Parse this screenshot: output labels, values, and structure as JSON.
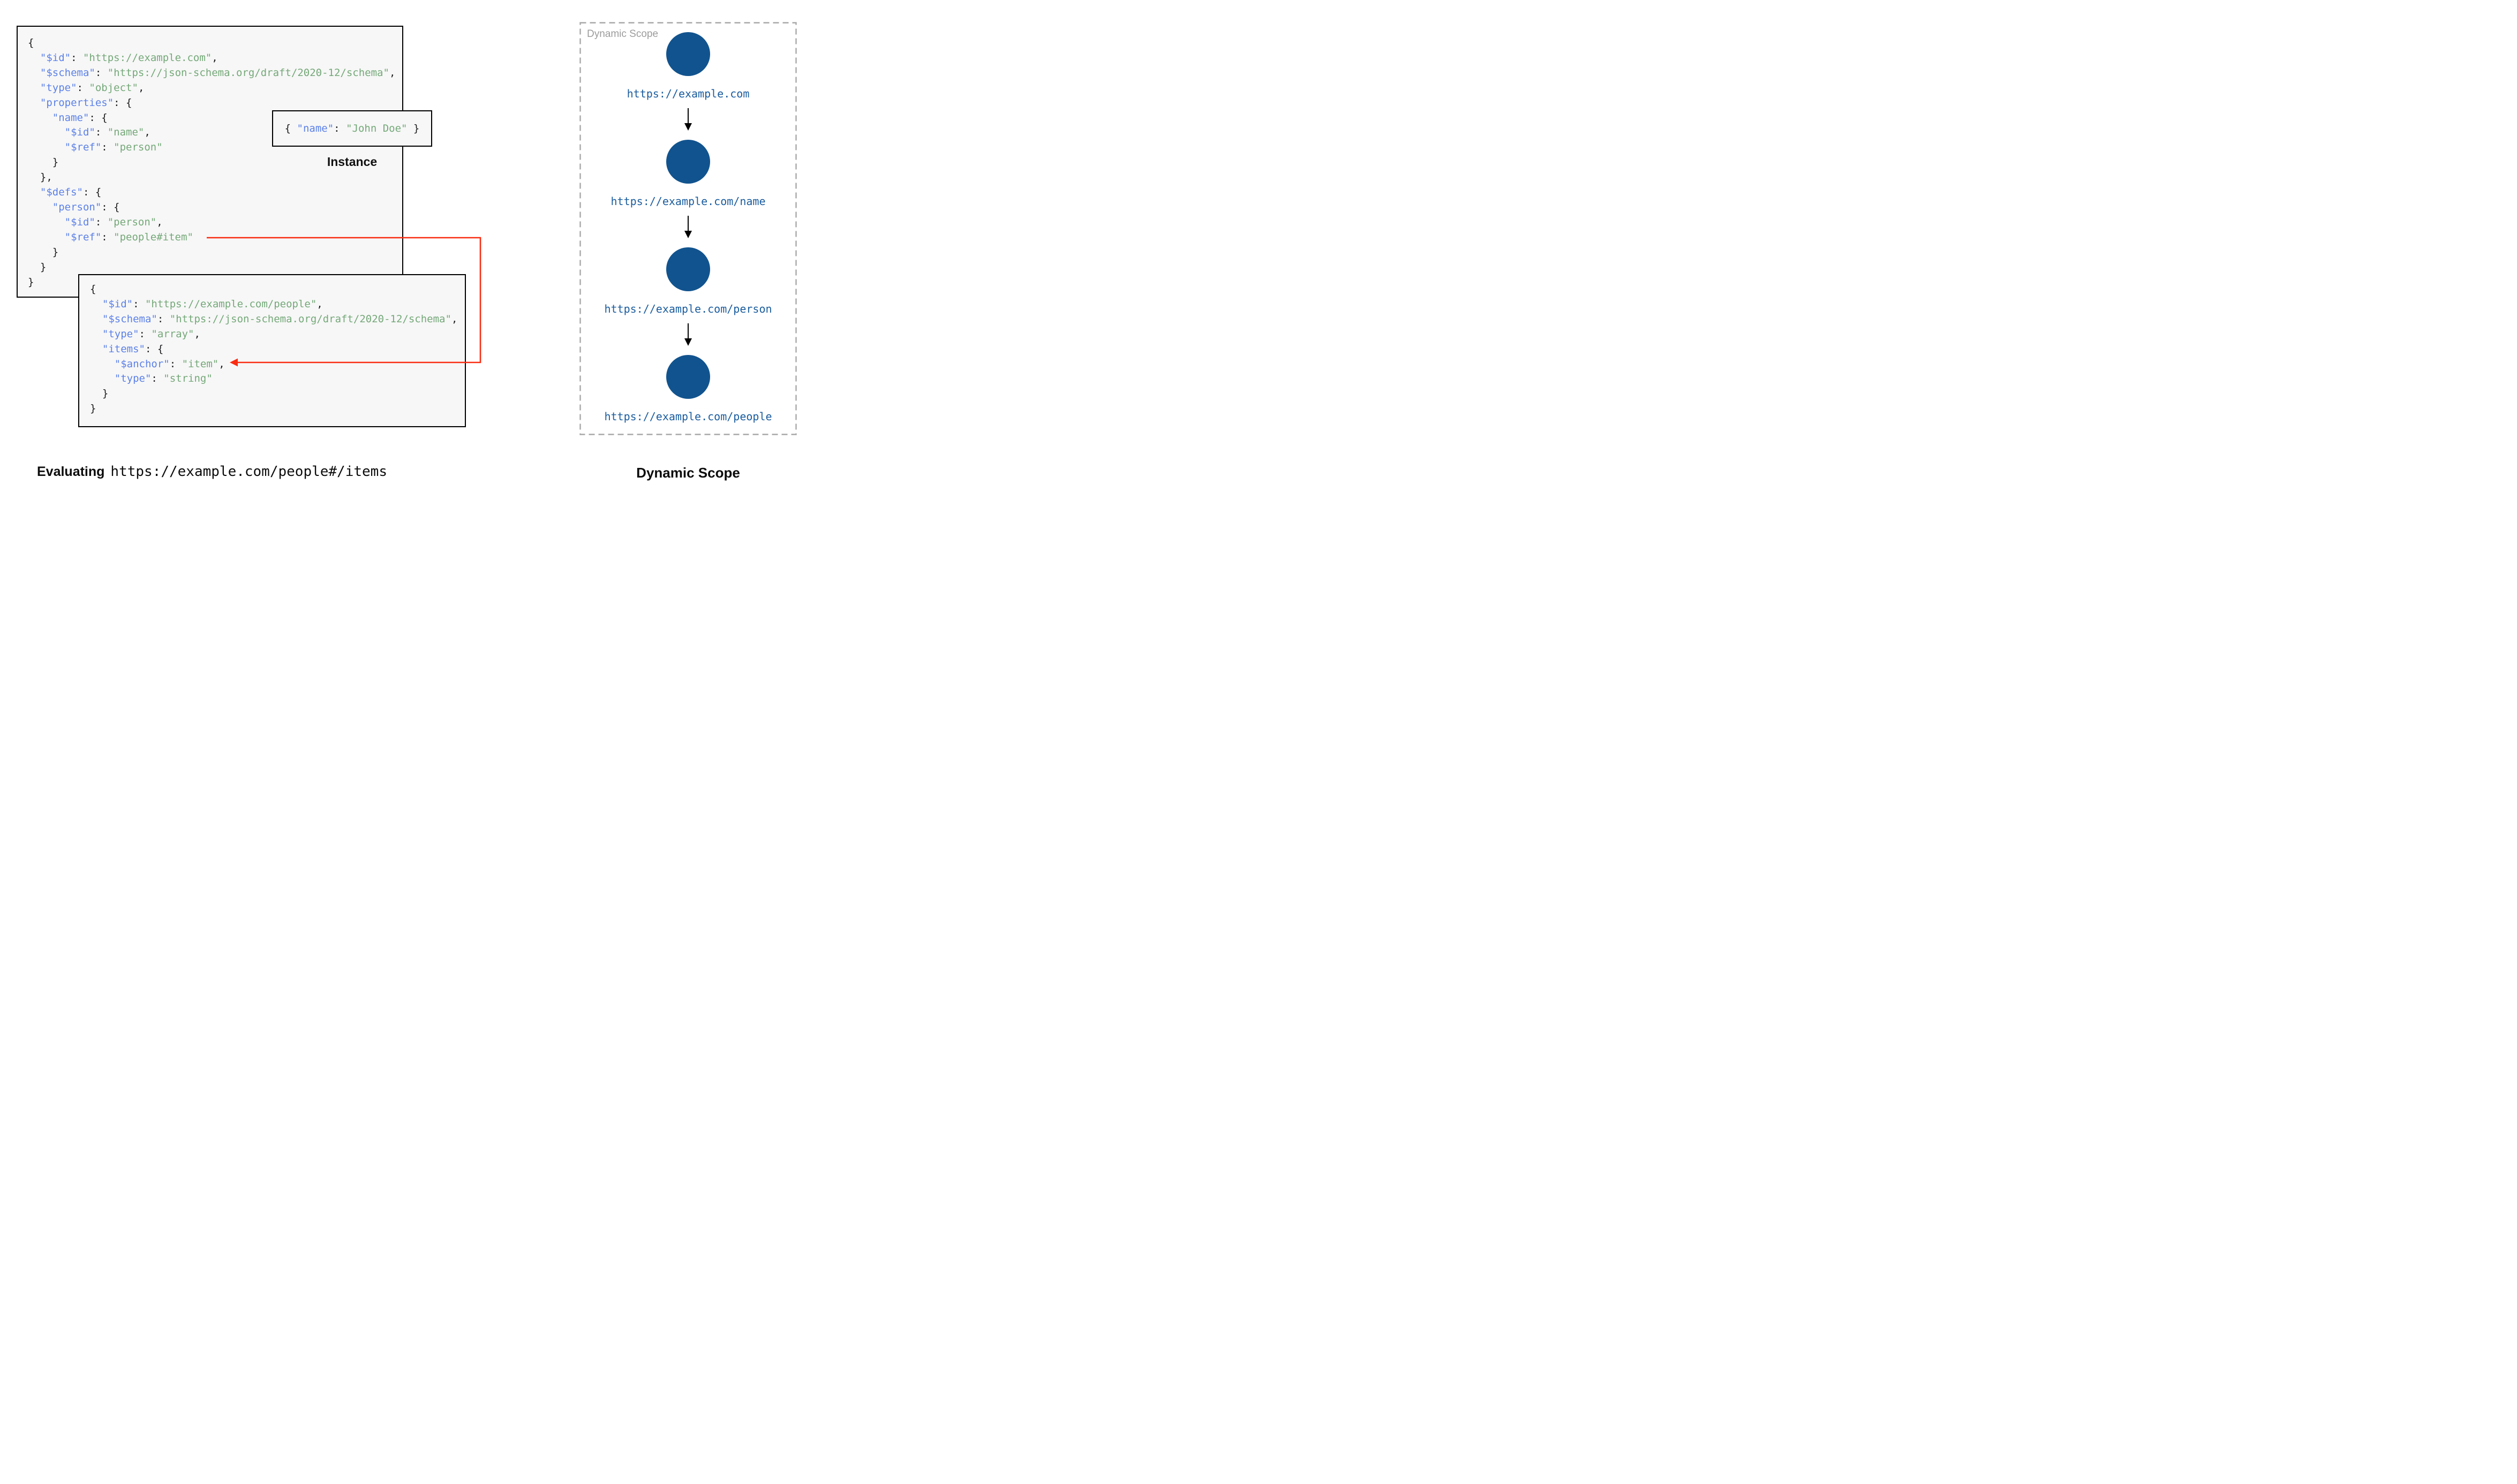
{
  "colors": {
    "key": "#5b80e8",
    "string": "#74a878",
    "punct": "#1b1b1d",
    "node": "#11538e",
    "node_label": "#1a5c9e",
    "red": "#f92c12",
    "box_bg": "#f7f7f7",
    "box_border": "#000000",
    "panel_border": "#a8a8a8",
    "panel_title": "#9c9c9c"
  },
  "schema_root": {
    "lines": [
      [
        {
          "c": "pun",
          "t": "{"
        }
      ],
      [
        {
          "c": "pun",
          "t": "  "
        },
        {
          "c": "key",
          "t": "\"$id\""
        },
        {
          "c": "pun",
          "t": ": "
        },
        {
          "c": "str",
          "t": "\"https://example.com\""
        },
        {
          "c": "pun",
          "t": ","
        }
      ],
      [
        {
          "c": "pun",
          "t": "  "
        },
        {
          "c": "key",
          "t": "\"$schema\""
        },
        {
          "c": "pun",
          "t": ": "
        },
        {
          "c": "str",
          "t": "\"https://json-schema.org/draft/2020-12/schema\""
        },
        {
          "c": "pun",
          "t": ","
        }
      ],
      [
        {
          "c": "pun",
          "t": "  "
        },
        {
          "c": "key",
          "t": "\"type\""
        },
        {
          "c": "pun",
          "t": ": "
        },
        {
          "c": "str",
          "t": "\"object\""
        },
        {
          "c": "pun",
          "t": ","
        }
      ],
      [
        {
          "c": "pun",
          "t": "  "
        },
        {
          "c": "key",
          "t": "\"properties\""
        },
        {
          "c": "pun",
          "t": ": {"
        }
      ],
      [
        {
          "c": "pun",
          "t": "    "
        },
        {
          "c": "key",
          "t": "\"name\""
        },
        {
          "c": "pun",
          "t": ": {"
        }
      ],
      [
        {
          "c": "pun",
          "t": "      "
        },
        {
          "c": "key",
          "t": "\"$id\""
        },
        {
          "c": "pun",
          "t": ": "
        },
        {
          "c": "str",
          "t": "\"name\""
        },
        {
          "c": "pun",
          "t": ","
        }
      ],
      [
        {
          "c": "pun",
          "t": "      "
        },
        {
          "c": "key",
          "t": "\"$ref\""
        },
        {
          "c": "pun",
          "t": ": "
        },
        {
          "c": "str",
          "t": "\"person\""
        }
      ],
      [
        {
          "c": "pun",
          "t": "    }"
        }
      ],
      [
        {
          "c": "pun",
          "t": "  },"
        }
      ],
      [
        {
          "c": "pun",
          "t": "  "
        },
        {
          "c": "key",
          "t": "\"$defs\""
        },
        {
          "c": "pun",
          "t": ": {"
        }
      ],
      [
        {
          "c": "pun",
          "t": "    "
        },
        {
          "c": "key",
          "t": "\"person\""
        },
        {
          "c": "pun",
          "t": ": {"
        }
      ],
      [
        {
          "c": "pun",
          "t": "      "
        },
        {
          "c": "key",
          "t": "\"$id\""
        },
        {
          "c": "pun",
          "t": ": "
        },
        {
          "c": "str",
          "t": "\"person\""
        },
        {
          "c": "pun",
          "t": ","
        }
      ],
      [
        {
          "c": "pun",
          "t": "      "
        },
        {
          "c": "key",
          "t": "\"$ref\""
        },
        {
          "c": "pun",
          "t": ": "
        },
        {
          "c": "str",
          "t": "\"people#item\""
        }
      ],
      [
        {
          "c": "pun",
          "t": "    }"
        }
      ],
      [
        {
          "c": "pun",
          "t": "  }"
        }
      ],
      [
        {
          "c": "pun",
          "t": "}"
        }
      ]
    ]
  },
  "schema_people": {
    "lines": [
      [
        {
          "c": "pun",
          "t": "{"
        }
      ],
      [
        {
          "c": "pun",
          "t": "  "
        },
        {
          "c": "key",
          "t": "\"$id\""
        },
        {
          "c": "pun",
          "t": ": "
        },
        {
          "c": "str",
          "t": "\"https://example.com/people\""
        },
        {
          "c": "pun",
          "t": ","
        }
      ],
      [
        {
          "c": "pun",
          "t": "  "
        },
        {
          "c": "key",
          "t": "\"$schema\""
        },
        {
          "c": "pun",
          "t": ": "
        },
        {
          "c": "str",
          "t": "\"https://json-schema.org/draft/2020-12/schema\""
        },
        {
          "c": "pun",
          "t": ","
        }
      ],
      [
        {
          "c": "pun",
          "t": "  "
        },
        {
          "c": "key",
          "t": "\"type\""
        },
        {
          "c": "pun",
          "t": ": "
        },
        {
          "c": "str",
          "t": "\"array\""
        },
        {
          "c": "pun",
          "t": ","
        }
      ],
      [
        {
          "c": "pun",
          "t": "  "
        },
        {
          "c": "key",
          "t": "\"items\""
        },
        {
          "c": "pun",
          "t": ": {"
        }
      ],
      [
        {
          "c": "pun",
          "t": "    "
        },
        {
          "c": "key",
          "t": "\"$anchor\""
        },
        {
          "c": "pun",
          "t": ": "
        },
        {
          "c": "str",
          "t": "\"item\""
        },
        {
          "c": "pun",
          "t": ","
        }
      ],
      [
        {
          "c": "pun",
          "t": "    "
        },
        {
          "c": "key",
          "t": "\"type\""
        },
        {
          "c": "pun",
          "t": ": "
        },
        {
          "c": "str",
          "t": "\"string\""
        }
      ],
      [
        {
          "c": "pun",
          "t": "  }"
        }
      ],
      [
        {
          "c": "pun",
          "t": "}"
        }
      ]
    ]
  },
  "instance": {
    "label": "Instance",
    "line": [
      [
        {
          "c": "pun",
          "t": "{ "
        },
        {
          "c": "key",
          "t": "\"name\""
        },
        {
          "c": "pun",
          "t": ": "
        },
        {
          "c": "str",
          "t": "\"John Doe\""
        },
        {
          "c": "pun",
          "t": " }"
        }
      ]
    ]
  },
  "scope": {
    "panel_title": "Dynamic Scope",
    "nodes": [
      {
        "label": "https://example.com"
      },
      {
        "label": "https://example.com/name"
      },
      {
        "label": "https://example.com/person"
      },
      {
        "label": "https://example.com/people"
      }
    ]
  },
  "captions": {
    "evaluating_bold": "Evaluating",
    "evaluating_code": "https://example.com/people#/items",
    "scope_caption": "Dynamic Scope"
  }
}
